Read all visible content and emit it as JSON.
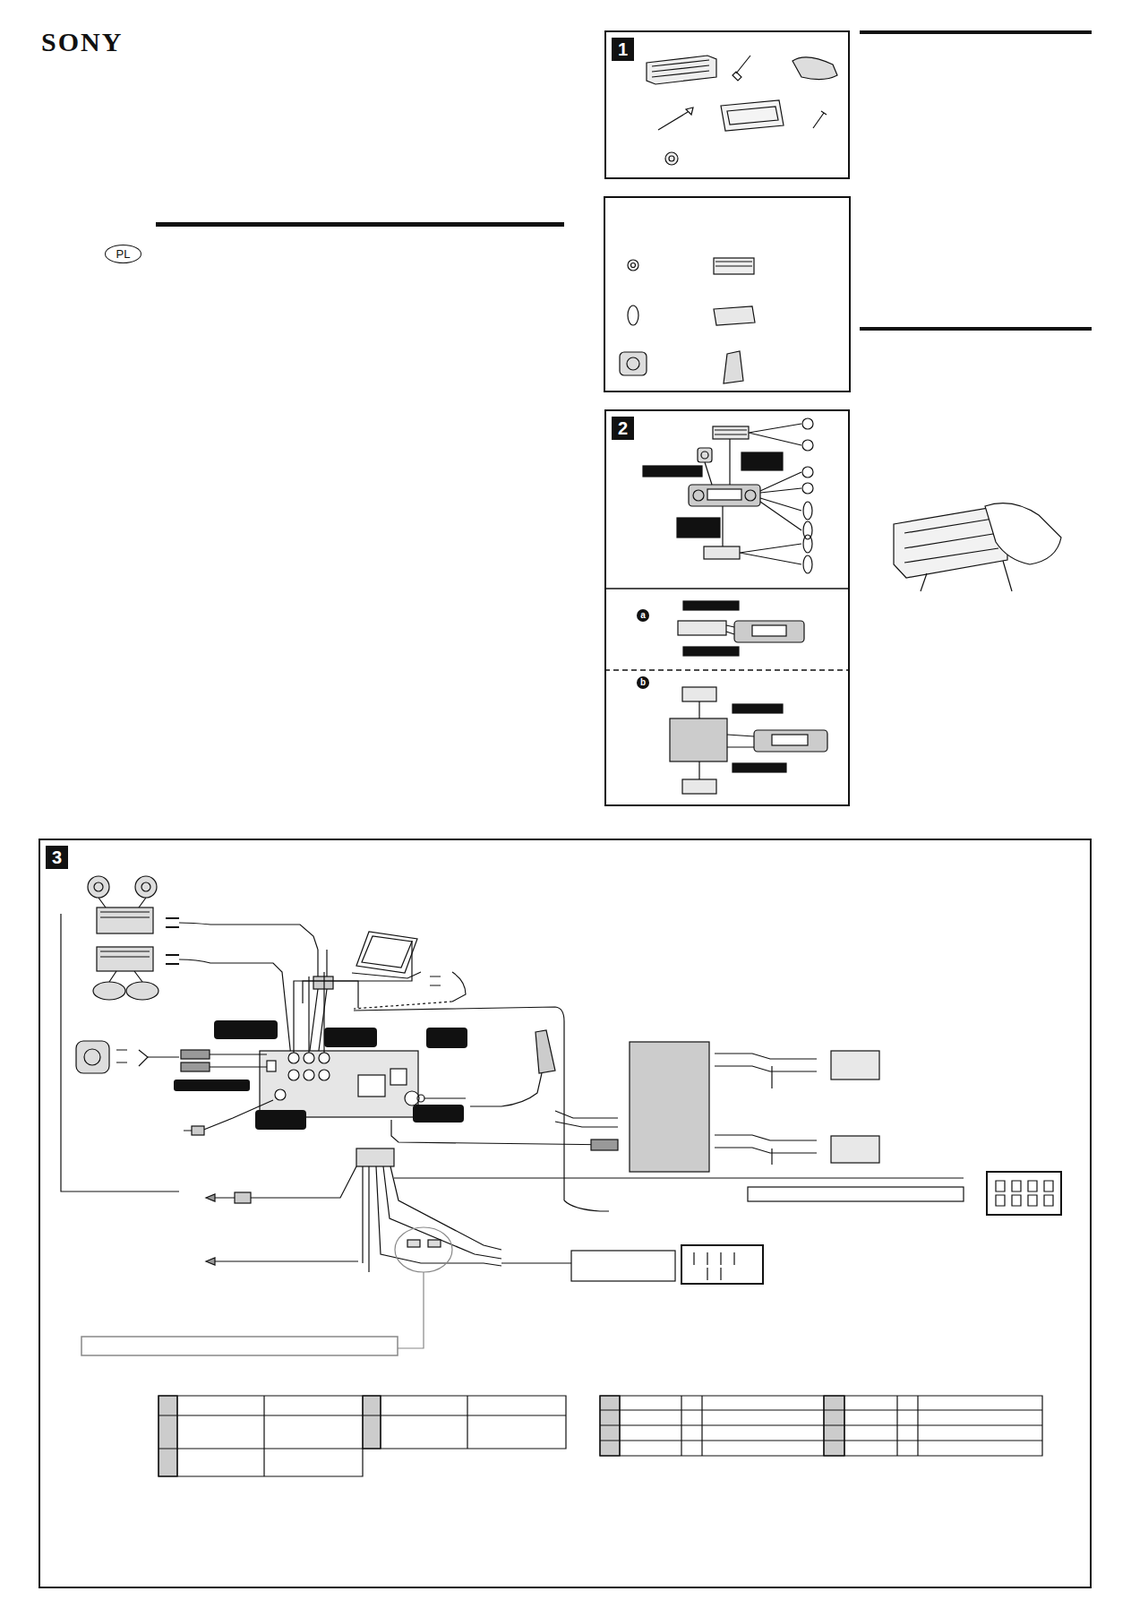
{
  "diagram": {
    "title": "SONY",
    "nodes": [
      {
        "text": [
          "PL"
        ]
      },
      {
        "text": [
          "1"
        ]
      },
      {
        "text": [
          "2"
        ]
      },
      {
        "text": [
          "3"
        ]
      }
    ],
    "labels": [
      "a",
      "b"
    ]
  }
}
